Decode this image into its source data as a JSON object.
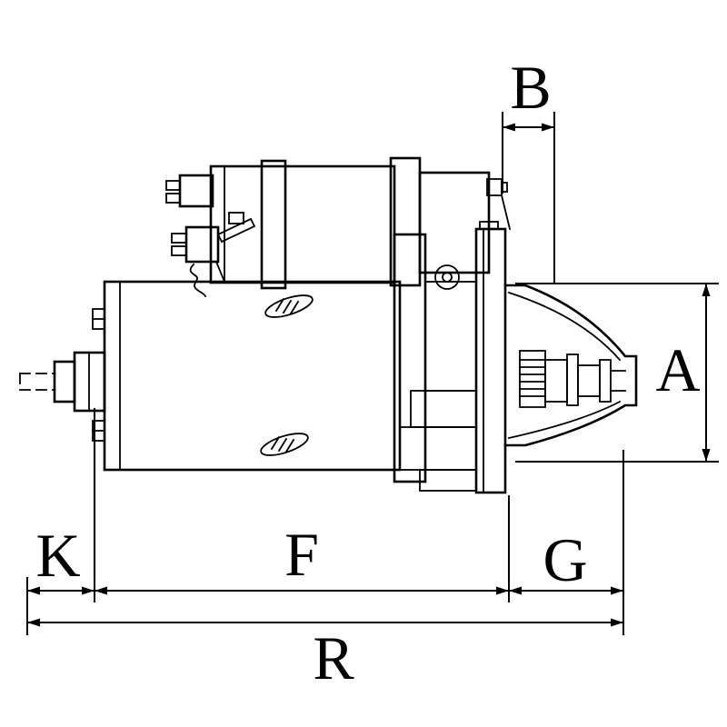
{
  "page": {
    "background_color": "#ffffff",
    "line_color": "#000000"
  },
  "drawing": {
    "type": "technical-line-drawing",
    "subject": "starter motor, side view, with dimension callouts"
  },
  "dimensions": {
    "B": {
      "label": "B"
    },
    "A": {
      "label": "A"
    },
    "K": {
      "label": "K"
    },
    "F": {
      "label": "F"
    },
    "G": {
      "label": "G"
    },
    "R": {
      "label": "R"
    }
  }
}
